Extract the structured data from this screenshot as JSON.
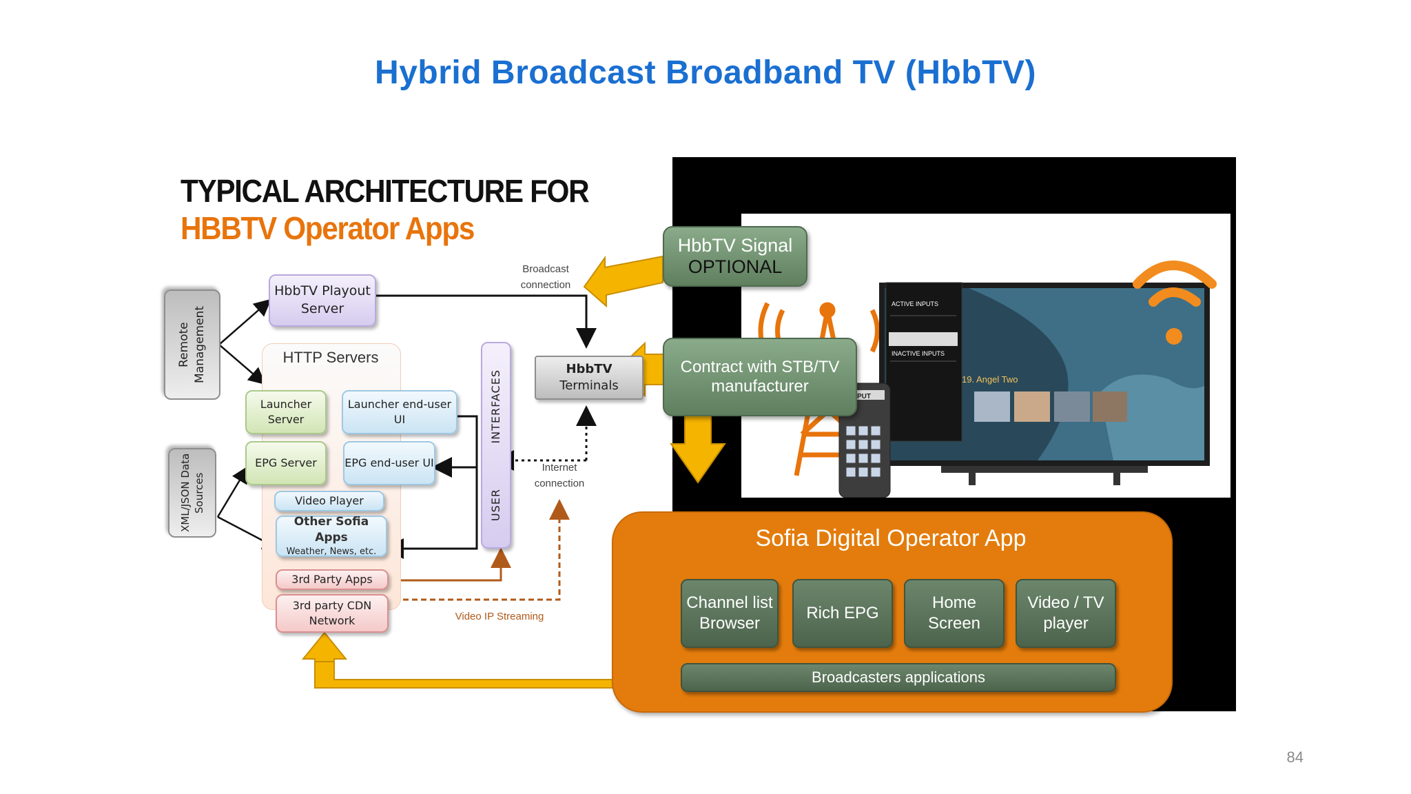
{
  "slide": {
    "title": "Hybrid Broadcast Broadband TV (HbbTV)",
    "page_number": "84"
  },
  "architecture": {
    "heading_line1": "TYPICAL ARCHITECTURE FOR",
    "heading_line2": "HBBTV Operator Apps",
    "remote_management": "Remote Management",
    "data_sources": "XML/JSON Data Sources",
    "playout_server": "HbbTV Playout Server",
    "http_servers": "HTTP Servers",
    "launcher_server": "Launcher Server",
    "launcher_ui": "Launcher end-user UI",
    "epg_server": "EPG Server",
    "epg_ui": "EPG end-user UI",
    "video_player": "Video Player",
    "other_apps": "Other Sofia Apps",
    "other_apps_sub": "Weather, News, etc.",
    "third_party_apps": "3rd Party Apps",
    "cdn": "3rd party CDN Network",
    "interfaces": "INTERFACES",
    "user": "USER",
    "terminals_bold": "HbbTV",
    "terminals": "Terminals",
    "broadcast_connection": "Broadcast connection",
    "internet_connection": "Internet connection",
    "video_ip_streaming": "Video IP Streaming"
  },
  "callouts": {
    "signal_line1": "HbbTV Signal",
    "signal_line2": "OPTIONAL",
    "contract_line1": "Contract with STB/TV",
    "contract_line2": "manufacturer"
  },
  "tv_screen": {
    "remote_input": "INPUT",
    "active_inputs": "ACTIVE INPUTS",
    "inactive_inputs": "INACTIVE INPUTS",
    "channel_name": "19. Angel Two"
  },
  "operator_app": {
    "title": "Sofia Digital Operator App",
    "components": [
      "Channel list Browser",
      "Rich EPG",
      "Home Screen",
      "Video / TV player"
    ],
    "broadcasters": "Broadcasters applications"
  },
  "colors": {
    "title_blue": "#1a6fd1",
    "accent_orange": "#e37c0c",
    "callout_green": "#6f8f6f",
    "arrow_yellow": "#f5b400"
  }
}
